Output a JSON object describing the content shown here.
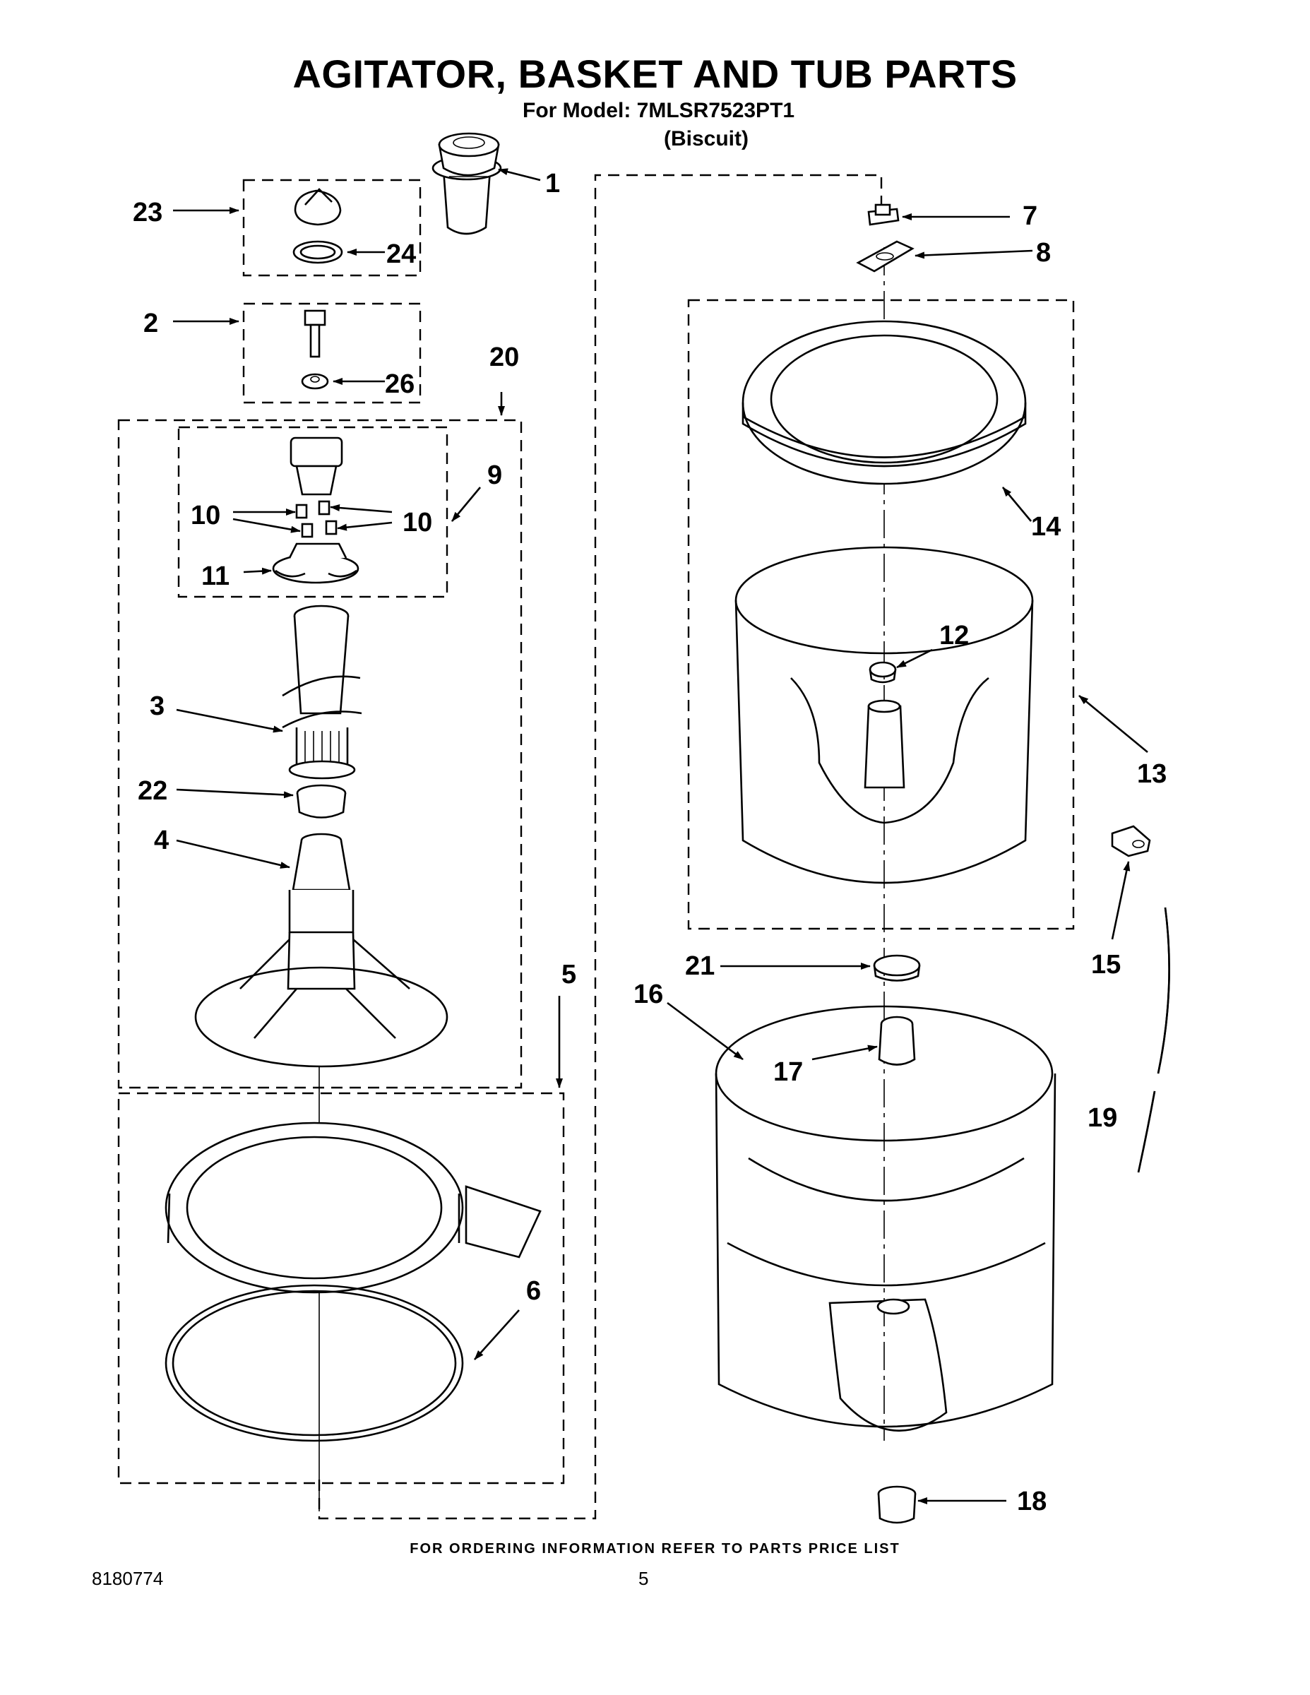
{
  "header": {
    "title": "AGITATOR, BASKET AND TUB PARTS",
    "model_line": "For Model: 7MLSR7523PT1",
    "variant": "(Biscuit)"
  },
  "callouts": {
    "c1": "1",
    "c2": "2",
    "c3": "3",
    "c4": "4",
    "c5": "5",
    "c6": "6",
    "c7": "7",
    "c8": "8",
    "c9": "9",
    "c10a": "10",
    "c10b": "10",
    "c11": "11",
    "c12": "12",
    "c13": "13",
    "c14": "14",
    "c15": "15",
    "c16": "16",
    "c17": "17",
    "c18": "18",
    "c19": "19",
    "c20": "20",
    "c21": "21",
    "c22": "22",
    "c23": "23",
    "c24": "24",
    "c26": "26"
  },
  "footer": {
    "ordering_note": "FOR ORDERING INFORMATION REFER TO PARTS PRICE LIST",
    "document_number": "8180774",
    "page_number": "5"
  }
}
